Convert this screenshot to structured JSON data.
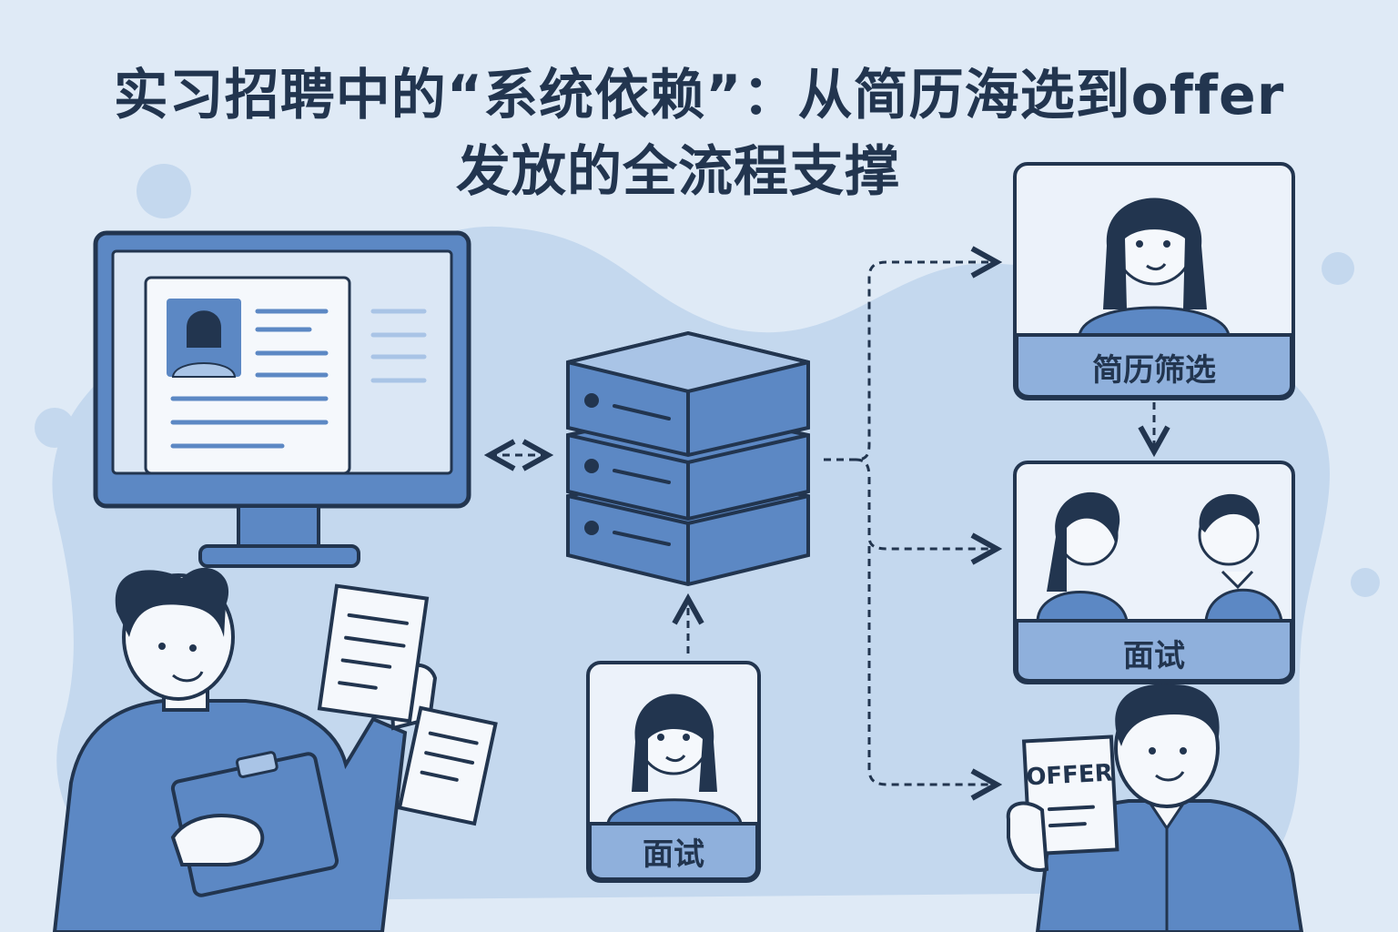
{
  "title": {
    "line1": "实习招聘中的“系统依赖”：从简历海选到offer",
    "line2": "发放的全流程支撑"
  },
  "cards": {
    "screening": {
      "label": "简历筛选"
    },
    "interview_pair": {
      "label": "面试"
    },
    "interview_single": {
      "label": "面试"
    }
  },
  "offer_letter": {
    "label": "OFFER"
  },
  "colors": {
    "background": "#dfeaf6",
    "blob": "#c4d8ee",
    "outline": "#22354f",
    "accent": "#5c88c4",
    "accent_light": "#a9c4e6",
    "card_fill": "#ecf2fa"
  }
}
